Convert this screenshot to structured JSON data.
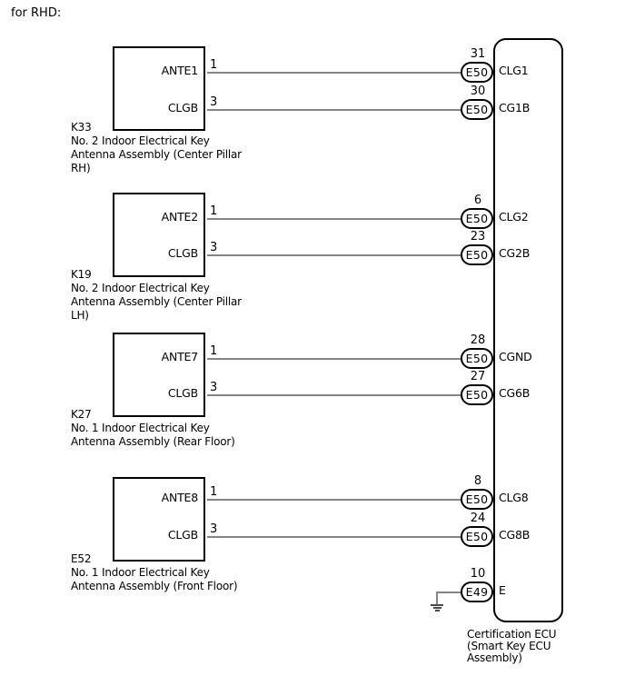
{
  "title": "for RHD:",
  "colors": {
    "background": "#ffffff",
    "wire": "#848484",
    "outline": "#000000"
  },
  "groups": [
    {
      "id": "K33",
      "description": [
        "No. 2 Indoor Electrical Key",
        "Antenna Assembly (Center Pillar",
        "RH)"
      ],
      "pins": [
        {
          "terminal": "ANTE1",
          "pin_number": "1",
          "connector": "E50",
          "connector_pin": "31",
          "ecu_terminal": "CLG1"
        },
        {
          "terminal": "CLGB",
          "pin_number": "3",
          "connector": "E50",
          "connector_pin": "30",
          "ecu_terminal": "CG1B"
        }
      ]
    },
    {
      "id": "K19",
      "description": [
        "No. 2 Indoor Electrical Key",
        "Antenna Assembly (Center Pillar",
        "LH)"
      ],
      "pins": [
        {
          "terminal": "ANTE2",
          "pin_number": "1",
          "connector": "E50",
          "connector_pin": "6",
          "ecu_terminal": "CLG2"
        },
        {
          "terminal": "CLGB",
          "pin_number": "3",
          "connector": "E50",
          "connector_pin": "23",
          "ecu_terminal": "CG2B"
        }
      ]
    },
    {
      "id": "K27",
      "description": [
        "No. 1 Indoor Electrical Key",
        "Antenna Assembly (Rear Floor)"
      ],
      "pins": [
        {
          "terminal": "ANTE7",
          "pin_number": "1",
          "connector": "E50",
          "connector_pin": "28",
          "ecu_terminal": "CGND"
        },
        {
          "terminal": "CLGB",
          "pin_number": "3",
          "connector": "E50",
          "connector_pin": "27",
          "ecu_terminal": "CG6B"
        }
      ]
    },
    {
      "id": "E52",
      "description": [
        "No. 1 Indoor Electrical Key",
        "Antenna Assembly (Front Floor)"
      ],
      "pins": [
        {
          "terminal": "ANTE8",
          "pin_number": "1",
          "connector": "E50",
          "connector_pin": "8",
          "ecu_terminal": "CLG8"
        },
        {
          "terminal": "CLGB",
          "pin_number": "3",
          "connector": "E50",
          "connector_pin": "24",
          "ecu_terminal": "CG8B"
        }
      ]
    }
  ],
  "ground": {
    "connector": "E49",
    "connector_pin": "10",
    "ecu_terminal": "E"
  },
  "ecu": {
    "label": [
      "Certification ECU",
      "(Smart Key ECU",
      "Assembly)"
    ]
  }
}
